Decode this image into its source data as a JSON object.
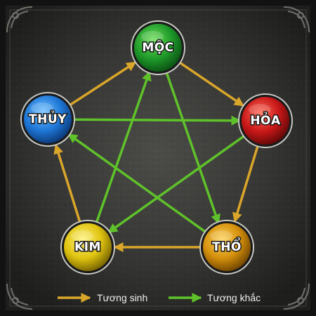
{
  "elements": [
    {
      "id": "moc",
      "label": "MỘC",
      "color": "#1f9a2a"
    },
    {
      "id": "hoa",
      "label": "HỎA",
      "color": "#c81818"
    },
    {
      "id": "tho",
      "label": "THỔ",
      "color": "#d4900c"
    },
    {
      "id": "kim",
      "label": "KIM",
      "color": "#e0c410"
    },
    {
      "id": "thuy",
      "label": "THỦY",
      "color": "#1f78d8"
    }
  ],
  "generating_cycle": [
    [
      "moc",
      "hoa"
    ],
    [
      "hoa",
      "tho"
    ],
    [
      "tho",
      "kim"
    ],
    [
      "kim",
      "thuy"
    ],
    [
      "thuy",
      "moc"
    ]
  ],
  "overcoming_cycle": [
    [
      "moc",
      "tho"
    ],
    [
      "tho",
      "thuy"
    ],
    [
      "thuy",
      "hoa"
    ],
    [
      "hoa",
      "kim"
    ],
    [
      "kim",
      "moc"
    ]
  ],
  "legend": {
    "generating_label": "Tương sinh",
    "overcoming_label": "Tương khắc",
    "generating_color": "#d9a62a",
    "overcoming_color": "#5fc22a"
  },
  "colors": {
    "background": "#3a3a38",
    "frame": "#121212"
  }
}
